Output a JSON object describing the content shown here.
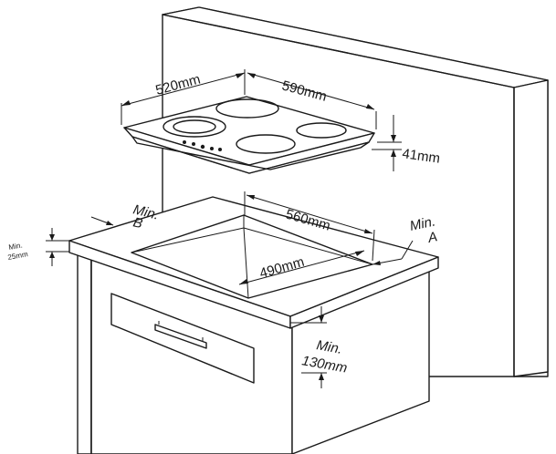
{
  "dimensions": {
    "hob_width": "590mm",
    "hob_depth": "520mm",
    "hob_height": "41mm",
    "cutout_width": "560mm",
    "cutout_depth": "490mm",
    "clearance_a_min": "Min.",
    "clearance_a_letter": "A",
    "clearance_b_min": "Min.",
    "clearance_b_letter": "B",
    "worktop_min_label": "Min.",
    "worktop_min_value": "25mm",
    "drawer_min_label": "Min.",
    "drawer_min_value": "130mm"
  }
}
